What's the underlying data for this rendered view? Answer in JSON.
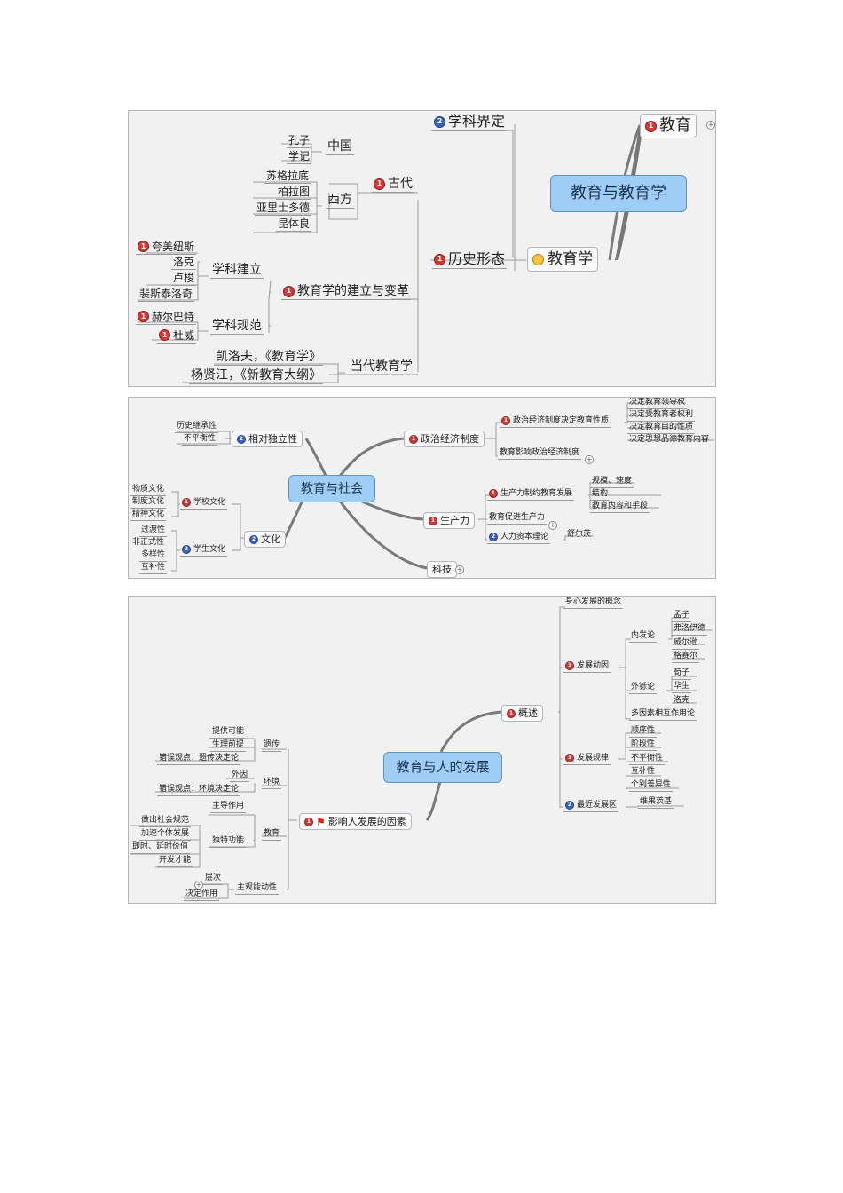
{
  "map1": {
    "root": "教育与教育学",
    "edu": "教育",
    "pedagogy": "教育学",
    "discipline": "学科界定",
    "history": "历史形态",
    "ancient": "古代",
    "china": "中国",
    "kongzi": "孔子",
    "xueji": "学记",
    "west": "西方",
    "socrates": "苏格拉底",
    "plato": "柏拉图",
    "aristotle": "亚里士多德",
    "quintilian": "昆体良",
    "founding": "教育学的建立与变革",
    "established": "学科建立",
    "comenius": "夸美纽斯",
    "locke": "洛克",
    "rousseau": "卢梭",
    "pestalozzi": "裴斯泰洛奇",
    "normalized": "学科规范",
    "herbart": "赫尔巴特",
    "dewey": "杜威",
    "contemporary": "当代教育学",
    "kairov": "凯洛夫，《教育学》",
    "yang": "杨贤江，《新教育大纲》"
  },
  "map2": {
    "root": "教育与社会",
    "politics": "政治经济制度",
    "decides": "政治经济制度决定教育性质",
    "d1": "决定教育领导权",
    "d2": "决定受教育者权利",
    "d3": "决定教育目的性质",
    "d4": "决定思想品德教育内容",
    "influence": "教育影响政治经济制度",
    "independence": "相对独立性",
    "inherit": "历史继承性",
    "imbalance": "不平衡性",
    "productivity": "生产力",
    "restrict": "生产力制约教育发展",
    "p1": "规模、速度",
    "p2": "结构",
    "p3": "教育内容和手段",
    "promote": "教育促进生产力",
    "capital": "人力资本理论",
    "schultz": "舒尔茨",
    "tech": "科技",
    "culture": "文化",
    "school_culture": "学校文化",
    "material": "物质文化",
    "system": "制度文化",
    "spirit": "精神文化",
    "student_culture": "学生文化",
    "transition": "过渡性",
    "informal": "非正式性",
    "diverse": "多样性",
    "complement": "互补性"
  },
  "map3": {
    "root": "教育与人的发展",
    "overview": "概述",
    "concept": "身心发展的概念",
    "motive": "发展动因",
    "internal": "内发论",
    "mencius": "孟子",
    "freud": "弗洛伊德",
    "wilson": "威尔逊",
    "gesell": "格赛尔",
    "external": "外铄论",
    "xunzi": "荀子",
    "watson": "华生",
    "locke": "洛克",
    "interaction": "多因素相互作用论",
    "law": "发展规律",
    "l1": "顺序性",
    "l2": "阶段性",
    "l3": "不平衡性",
    "l4": "互补性",
    "l5": "个别差异性",
    "zpd": "最近发展区",
    "vygotsky": "维果茨基",
    "factors": "影响人发展的因素",
    "heredity": "遗传",
    "h1": "提供可能",
    "h2": "生理前提",
    "h3": "错误观点：遗传决定论",
    "environment": "环境",
    "e1": "外因",
    "e2": "错误观点：环境决定论",
    "education": "教育",
    "leading": "主导作用",
    "unique": "独特功能",
    "u1": "做出社会规范",
    "u2": "加速个体发展",
    "u3": "即时、延时价值",
    "u4": "开发才能",
    "initiative": "主观能动性",
    "level": "层次",
    "decisive": "决定作用"
  },
  "colors": {
    "root_fill": "#9fcdf5",
    "badge1": "#d23a3a",
    "badge2": "#3b5fc2",
    "panel_bg": "#f1f1f1",
    "line": "#9a9a9a"
  }
}
